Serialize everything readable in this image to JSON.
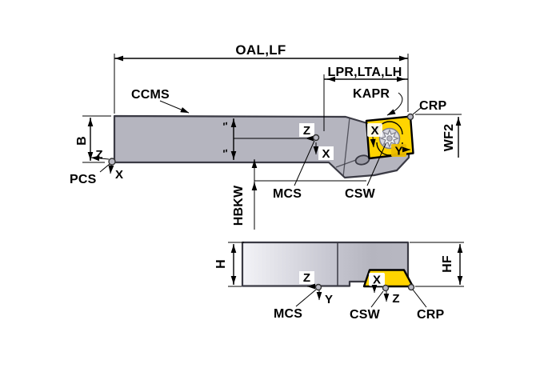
{
  "colors": {
    "body": "#b5b5bf",
    "body_light": "#f3f3f7",
    "edge": "#3a3a44",
    "insert": "#ffd400",
    "insert_shadow": "#edbe00",
    "marker_fill": "#b9b9c3",
    "hole": "#9b9ba6",
    "screw_outer": "#d9d9e1",
    "screw_star": "#eef0f4",
    "screw_edge": "#80808c"
  },
  "side_view": {
    "dim_oal": "OAL,LF",
    "dim_lpr": "LPR,LTA,LH",
    "dim_b": "B",
    "dim_wf2": "WF2",
    "dim_hbkw": "HBKW",
    "label_ccms": "CCMS",
    "label_kapr": "KAPR",
    "label_crp": "CRP",
    "label_pcs": "PCS",
    "label_mcs": "MCS",
    "label_csw": "CSW",
    "equal_marks": [
      "″",
      "″"
    ],
    "pcs_axes": {
      "z": "Z",
      "x": "X"
    },
    "mcs_axes": {
      "z": "Z",
      "x": "X"
    },
    "insert_axes": {
      "x": "X",
      "y": "Y"
    }
  },
  "top_view": {
    "dim_h": "H",
    "dim_hf": "HF",
    "label_mcs": "MCS",
    "label_csw": "CSW",
    "label_crp": "CRP",
    "mcs_axes": {
      "z": "Z",
      "y": "Y"
    },
    "csw_axes": {
      "x": "X",
      "z": "Z"
    }
  }
}
